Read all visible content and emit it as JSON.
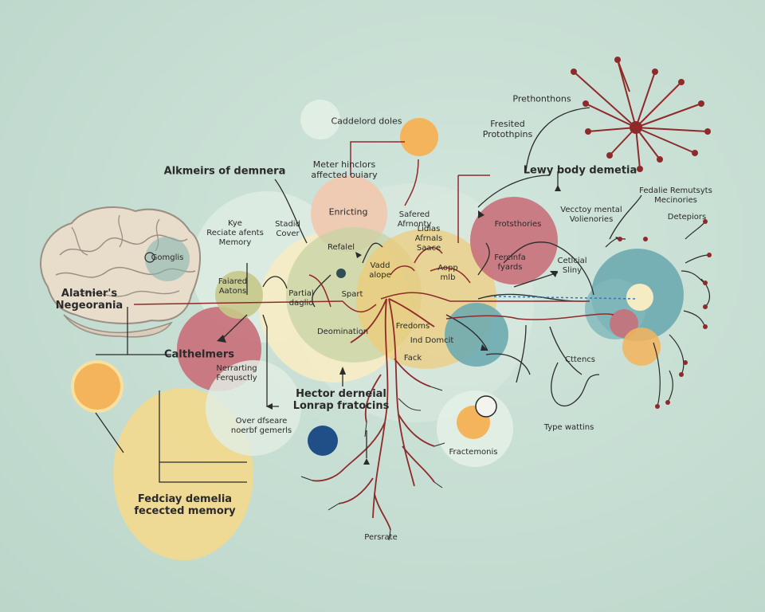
{
  "diagram": {
    "labels": {
      "alzheimers_dementia": "Alkmeirs of demnera",
      "brain_label": "Alatnier's\nNegeorania",
      "brain_inner": "Gomglis",
      "key_left": "Kye\nReciate afents\nMemory",
      "stadid_cover": "Stadid\nCover",
      "paired_actions": "Faiared\nAatons",
      "calthelmers": "Calthelmers",
      "narrating_ferqusctly": "Nerrarting\nFerqusctly",
      "over_disease": "Over dfseare\nnoerbf gemerls",
      "fedciay_dementia": "Fedciay demelia\nfecected memory",
      "caddelord_doles": "Caddelord doles",
      "motor_functions": "Meter hinclors\naffected ouiary",
      "enricting": "Enricting",
      "refalel": "Refalel",
      "partial_daglio": "Partial\ndaglio",
      "spart": "Spart",
      "vadd_alope": "Vadd\nalope",
      "anatomy": "Safered\nAfrnonty",
      "lidias": "Lidias\nAfrnals\nSaace",
      "appd": "Aopp\nmlb",
      "deomination": "Deomination",
      "freedoms": "Fredoms",
      "ind_domcit": "Ind Domcit",
      "fack": "Fack",
      "hector_dental": "Hector derneial\nLonrap fratocins",
      "prethonthons": "Prethonthons",
      "fresited_prototyping": "Fresited\nProtothpins",
      "lewy_body_dementia": "Lewy body demetia",
      "frotstiories": "Frotsthories",
      "fercinfa_fyards": "Fercinfa\nfyards",
      "vecetoy_mental": "Vecctoy mental\nVolienories",
      "cettcial_sliny": "Cetlcial\nSliny",
      "fedalie_remutsyts": "Fedalie Remutsyts\nMecinories",
      "detepiors": "Detepiors",
      "ctteoncs": "Cttencs",
      "type_wattins": "Type wattins",
      "fractemonis": "Fractemonis",
      "persrate": "Persrate"
    }
  },
  "colors": {
    "background": "#c4dcd1",
    "cream": "#f6ecc4",
    "peach": "#efc9b0",
    "mauve": "#c8707a",
    "teal": "#6eabb0",
    "orange": "#f4b45c",
    "olive": "#c6c98a",
    "navy": "#1f4f86",
    "line_dark": "#2b2b2b",
    "line_red": "#8f2a2a"
  }
}
